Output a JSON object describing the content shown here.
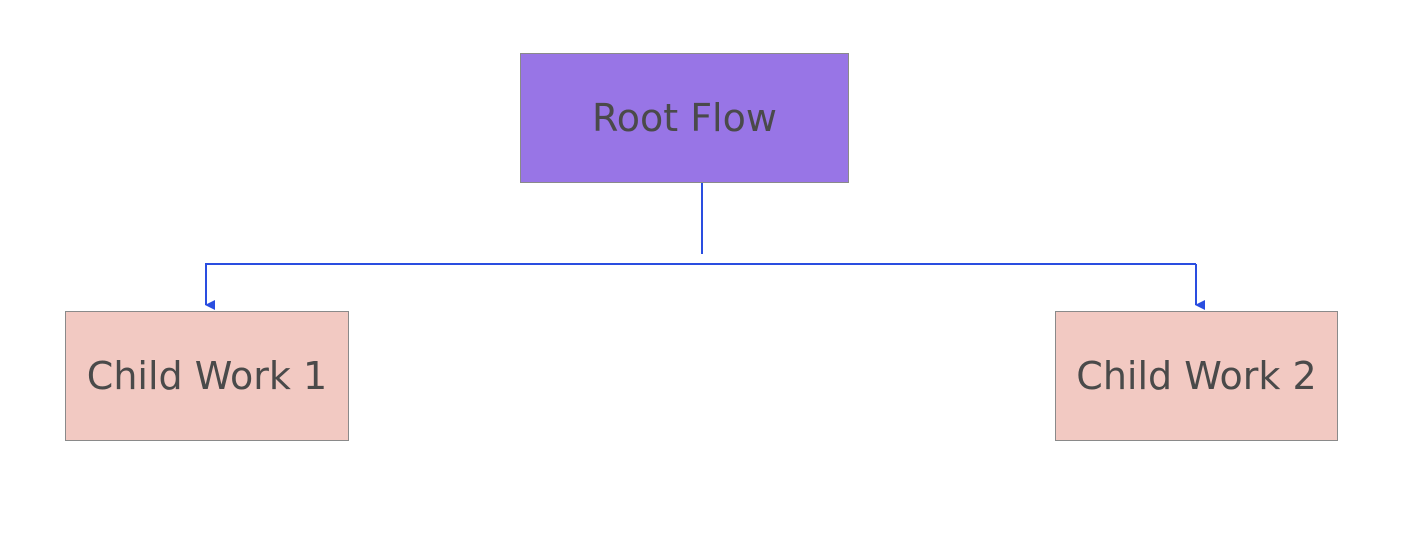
{
  "diagram": {
    "nodes": {
      "root": {
        "label": "Root Flow",
        "fill": "#9875e6"
      },
      "child_1": {
        "label": "Child Work 1",
        "fill": "#f2c9c2"
      },
      "child_2": {
        "label": "Child Work 2",
        "fill": "#f2c9c2"
      }
    },
    "edges": [
      {
        "from": "root",
        "to": "child_1"
      },
      {
        "from": "root",
        "to": "child_2"
      }
    ],
    "edge_color": "#2a4ee0"
  }
}
